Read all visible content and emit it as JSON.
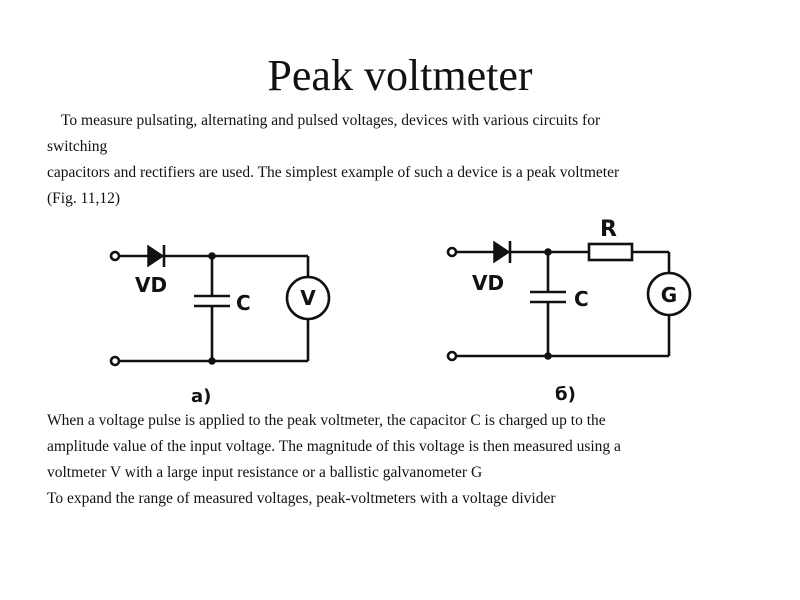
{
  "slide": {
    "title": "Peak voltmeter",
    "intro_lines": [
      "To measure pulsating, alternating and pulsed voltages, devices with various circuits for",
      "switching",
      "capacitors and rectifiers are used. The simplest example of such a device is a peak voltmeter",
      "(Fig. 11,12)"
    ],
    "figure_a": {
      "diode_label": "VD",
      "capacitor_label": "C",
      "meter_label": "V",
      "caption": "a)"
    },
    "figure_b": {
      "resistor_label": "R",
      "diode_label": "VD",
      "capacitor_label": "C",
      "meter_label": "G",
      "caption": "б)"
    },
    "body_lines": [
      "When a voltage pulse is applied to the peak voltmeter, the capacitor C is charged up to the",
      "amplitude value of the input voltage. The magnitude of this voltage is then measured using a",
      "voltmeter V with a large input resistance or a ballistic galvanometer G",
      "To expand the range of measured voltages, peak-voltmeters with a voltage divider"
    ]
  }
}
